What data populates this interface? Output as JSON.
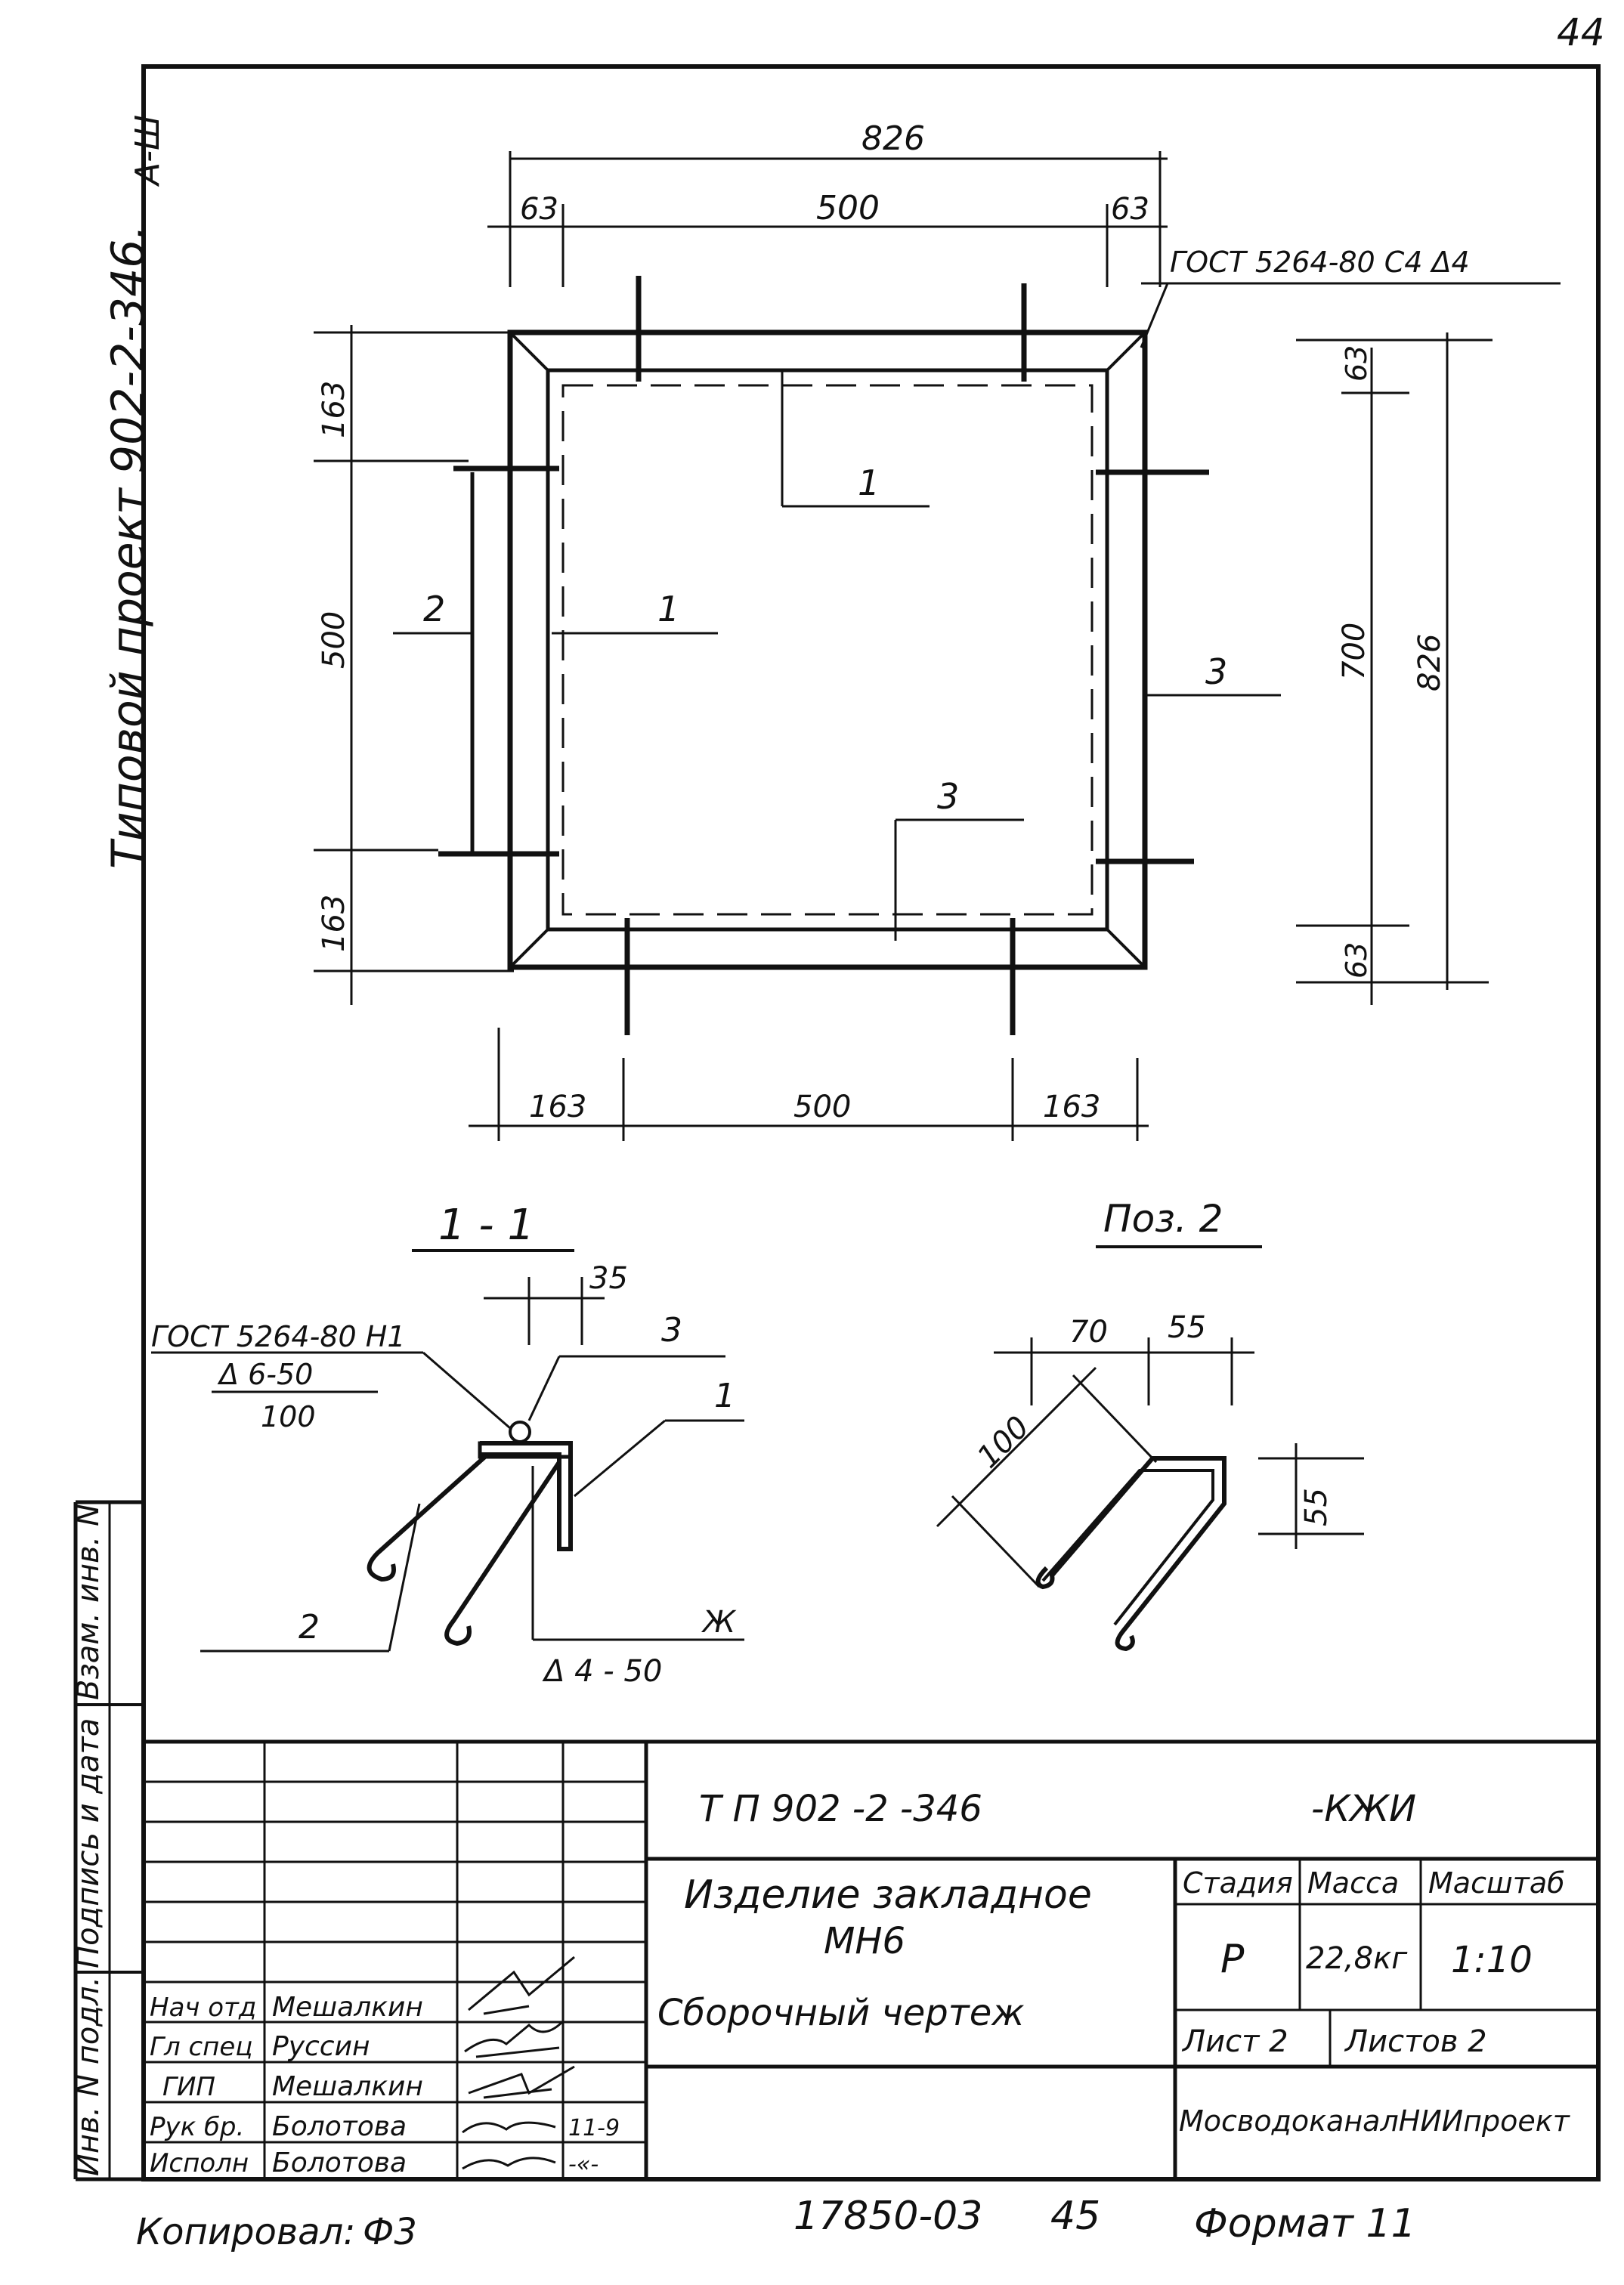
{
  "sheet_number": "44",
  "corner_mark": "А-Ш",
  "side_title": "Типовой проект 902-2-346.",
  "plan": {
    "dim_top_overall": "826",
    "dim_top_left": "63",
    "dim_top_middle": "500",
    "dim_top_right": "63",
    "weld_note_top": "ГОСТ 5264-80 С4 Δ4",
    "dim_left_top": "163",
    "dim_left_middle": "500",
    "dim_left_bottom": "163",
    "dim_right_top": "63",
    "dim_right_middle": "700",
    "dim_right_overall": "826",
    "dim_right_bottom": "63",
    "dim_bottom_left": "163",
    "dim_bottom_middle": "500",
    "dim_bottom_right": "163",
    "pos_1_a": "1",
    "pos_1_b": "1",
    "pos_2": "2",
    "pos_3_a": "3",
    "pos_3_b": "3"
  },
  "section": {
    "title": "1 - 1",
    "dim_35": "35",
    "weld_note": "ГОСТ 5264-80 Н1",
    "weld_size": "Δ 6-50",
    "weld_pitch": "100",
    "pos_3": "3",
    "pos_1": "1",
    "pos_2": "2",
    "weld_mark": "Ж",
    "weld_bottom": "Δ 4 - 50"
  },
  "poz2": {
    "title": "Поз. 2",
    "dim_70": "70",
    "dim_55_top": "55",
    "dim_100": "100",
    "dim_55_side": "55"
  },
  "side_stamp": {
    "col1": "Взам. инв. N",
    "col2": "Подпись и дата",
    "col3": "Инв. N подл."
  },
  "title_block": {
    "doc_code": "Т П 902 -2 -346",
    "doc_suffix": "-КЖИ",
    "name_line1": "Изделие закладное",
    "name_line2": "МН6",
    "name_line3": "Сборочный чертеж",
    "stage_label": "Стадия",
    "mass_label": "Масса",
    "scale_label": "Масштаб",
    "stage_value": "Р",
    "mass_value": "22,8кг",
    "scale_value": "1:10",
    "sheet_label": "Лист 2",
    "sheets_label": "Листов 2",
    "organization": "МосводоканалНИИпроект",
    "roles": [
      {
        "role": "Нач отд",
        "name": "Мешалкин",
        "date": ""
      },
      {
        "role": "Гл спец",
        "name": "Руссин",
        "date": ""
      },
      {
        "role": "ГИП",
        "name": "Мешалкин",
        "date": ""
      },
      {
        "role": "Рук бр.",
        "name": "Болотова",
        "date": "11-9"
      },
      {
        "role": "Исполн",
        "name": "Болотова",
        "date": "-«-"
      }
    ]
  },
  "footer": {
    "copied": "Копировал:",
    "copier_mark": "Ф3",
    "archive_no": "17850-03",
    "page_no": "45",
    "format": "Формат 11"
  }
}
